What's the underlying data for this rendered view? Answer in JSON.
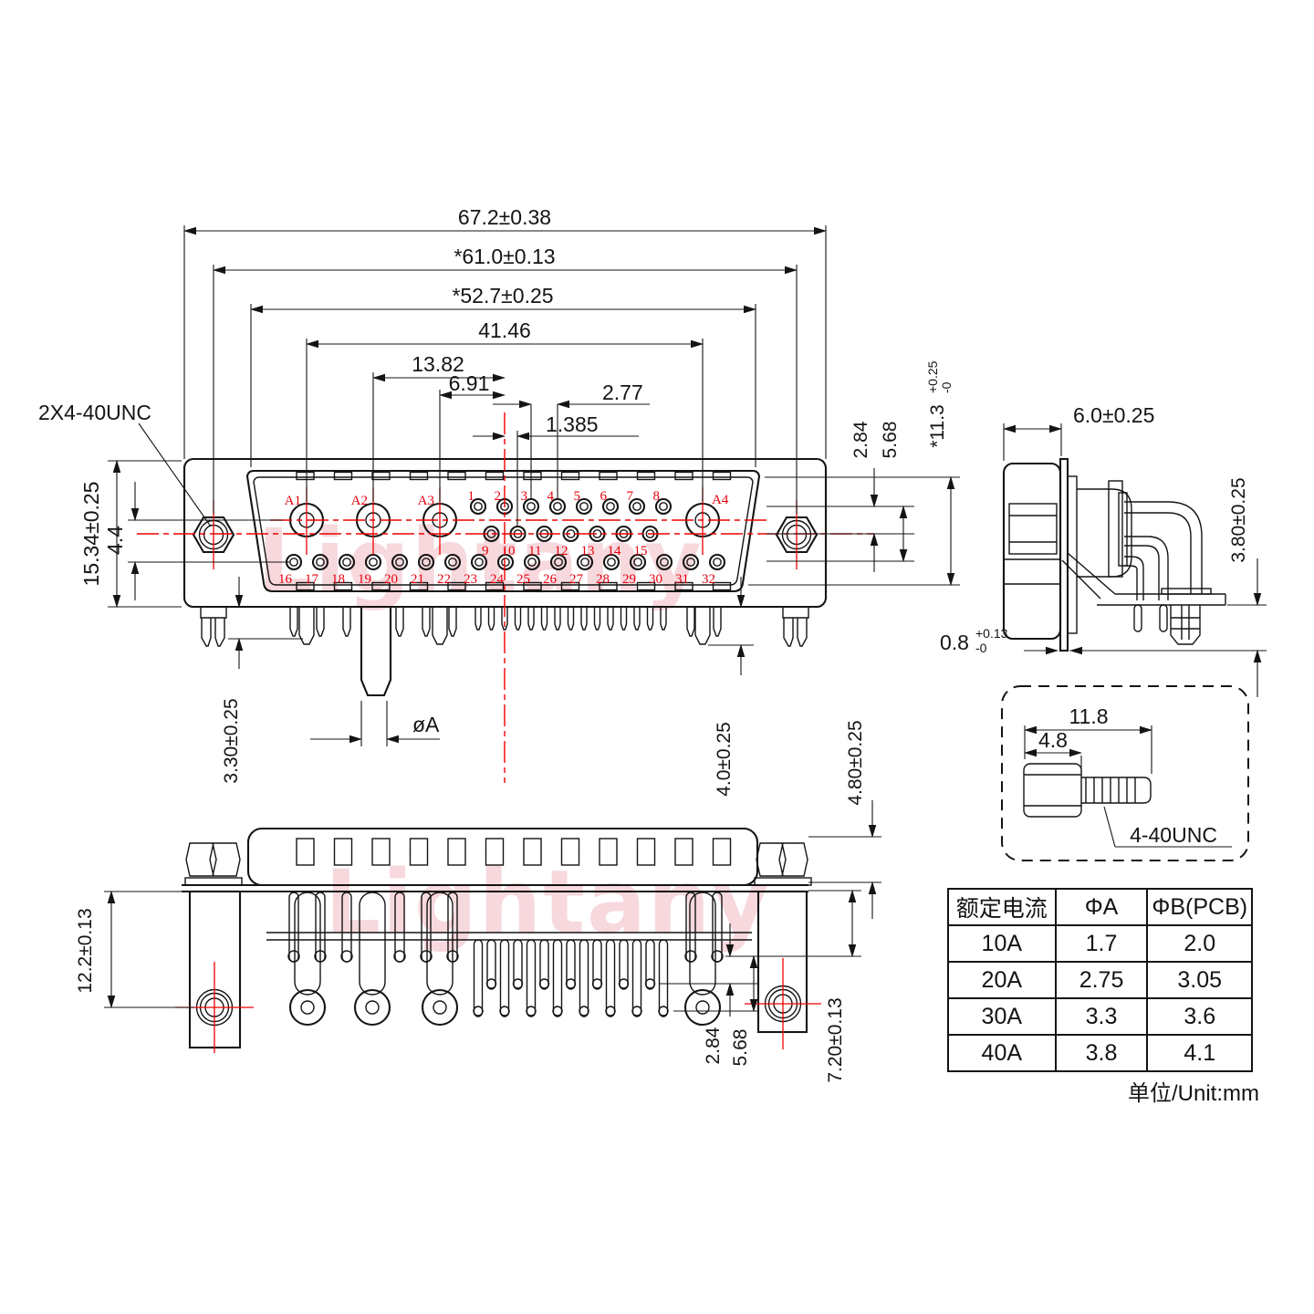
{
  "drawing": {
    "watermark": "Lightany",
    "unit_note": "单位/Unit:mm"
  },
  "front_view": {
    "thread_callout": "2X4-40UNC",
    "dim_flange_width": "67.2±0.38",
    "dim_mount_width": "*61.0±0.13",
    "dim_face_width": "*52.7±0.25",
    "dim_a1_a4": "41.46",
    "dim_a2_center": "13.82",
    "dim_a3_center": "6.91",
    "dim_pin_pitch": "2.77",
    "dim_row_offset": "1.385",
    "dim_flange_height": "15.34±0.25",
    "dim_a_to_row3": "4.4",
    "dim_tail_left": "3.30±0.25",
    "dim_pin_dia": "øA",
    "dim_tail_right": "4.0±0.25",
    "dim_row1_row2": "2.84",
    "dim_row1_row3": "5.68",
    "dim_face_height": "*11.3",
    "dim_face_height_tol_plus": "+0.25",
    "dim_face_height_tol_minus": "-0",
    "pins_a": [
      "A1",
      "A2",
      "A3",
      "A4"
    ],
    "pins_row1": [
      "1",
      "2",
      "3",
      "4",
      "5",
      "6",
      "7",
      "8"
    ],
    "pins_row2": [
      "9",
      "10",
      "11",
      "12",
      "13",
      "14",
      "15"
    ],
    "pins_row3": [
      "16",
      "17",
      "18",
      "19",
      "20",
      "21",
      "22",
      "23",
      "24",
      "25",
      "26",
      "27",
      "28",
      "29",
      "30",
      "31",
      "32"
    ]
  },
  "side_view": {
    "dim_depth": "6.0±0.25",
    "dim_pin_to_face": "3.80±0.25",
    "dim_plate_thickness": "0.8",
    "dim_plate_tol_plus": "+0.13",
    "dim_plate_tol_minus": "-0"
  },
  "bottom_view": {
    "dim_bracket_depth": "12.2±0.13",
    "dim_row_gap1": "2.84",
    "dim_row_gap2": "5.68",
    "dim_hole_offset": "7.20±0.13",
    "dim_screw_head": "4.80±0.25"
  },
  "screw_detail": {
    "dim_total_length": "11.8",
    "dim_head_length": "4.8",
    "thread_label": "4-40UNC"
  },
  "spec_table": {
    "headers": [
      "额定电流",
      "ΦA",
      "ΦB(PCB)"
    ],
    "rows": [
      [
        "10A",
        "1.7",
        "2.0"
      ],
      [
        "20A",
        "2.75",
        "3.05"
      ],
      [
        "30A",
        "3.3",
        "3.6"
      ],
      [
        "40A",
        "3.8",
        "4.1"
      ]
    ]
  }
}
